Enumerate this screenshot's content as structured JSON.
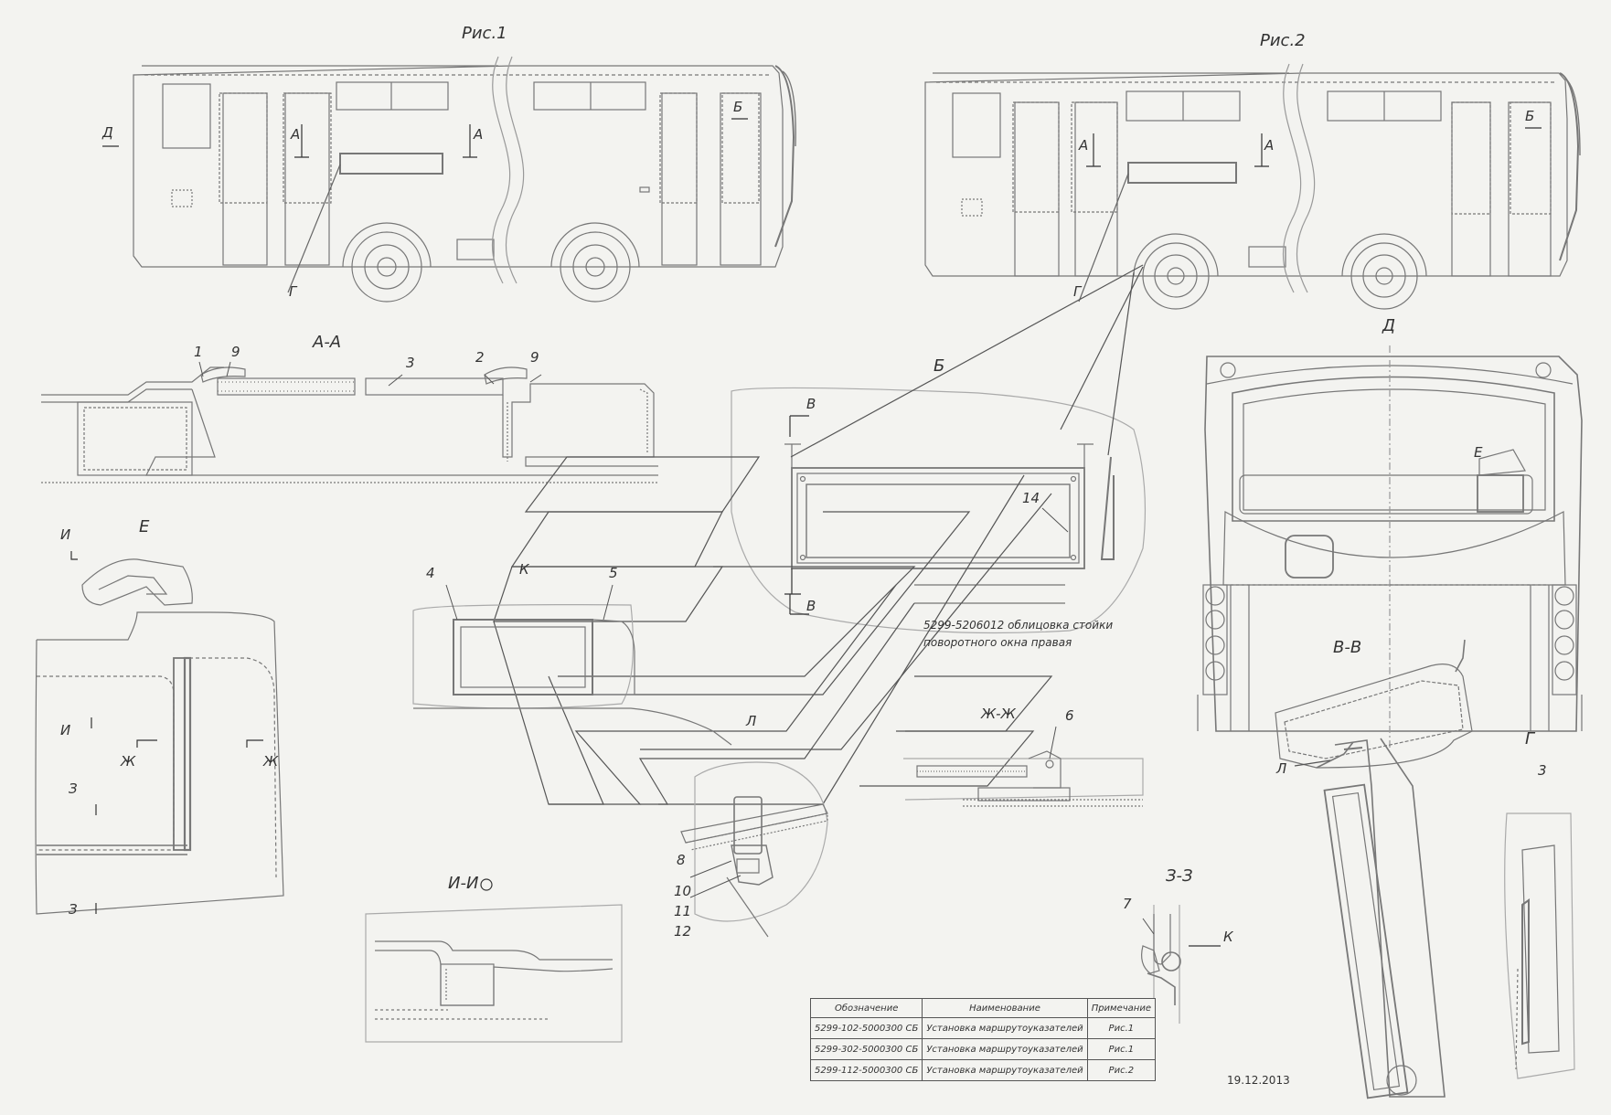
{
  "labels": {
    "fig1": "Рис.1",
    "fig2": "Рис.2",
    "sec_aa": "А-А",
    "view_b": "Б",
    "view_d": "Д",
    "sec_vv": "В-В",
    "view_e": "Е",
    "view_g": "Г",
    "sec_ii": "И-И",
    "sec_zz": "З-З",
    "sec_zhzh": "Ж-Ж",
    "view_l": "Л",
    "arrow_a": "А",
    "arrow_b": "Б",
    "arrow_d": "Д",
    "arrow_v": "В",
    "arrow_g": "Г",
    "arrow_i": "И",
    "arrow_zh": "Ж",
    "arrow_z": "З",
    "arrow_e": "Е",
    "arrow_k": "К",
    "arrow_l": "Л",
    "note": "5299-5206012 облицовка стойки",
    "note2": "поворотного окна правая",
    "date": "19.12.2013"
  },
  "positions": [
    "1",
    "2",
    "3",
    "4",
    "5",
    "6",
    "7",
    "8",
    "9",
    "10",
    "11",
    "12",
    "14"
  ],
  "spec_table": {
    "headers": [
      "Обозначение",
      "Наименование",
      "Примечание"
    ],
    "rows": [
      [
        "5299-102-5000300 СБ",
        "Установка маршрутоуказателей",
        "Рис.1"
      ],
      [
        "5299-302-5000300 СБ",
        "Установка маршрутоуказателей",
        "Рис.1"
      ],
      [
        "5299-112-5000300 СБ",
        "Установка маршрутоуказателей",
        "Рис.2"
      ]
    ]
  }
}
